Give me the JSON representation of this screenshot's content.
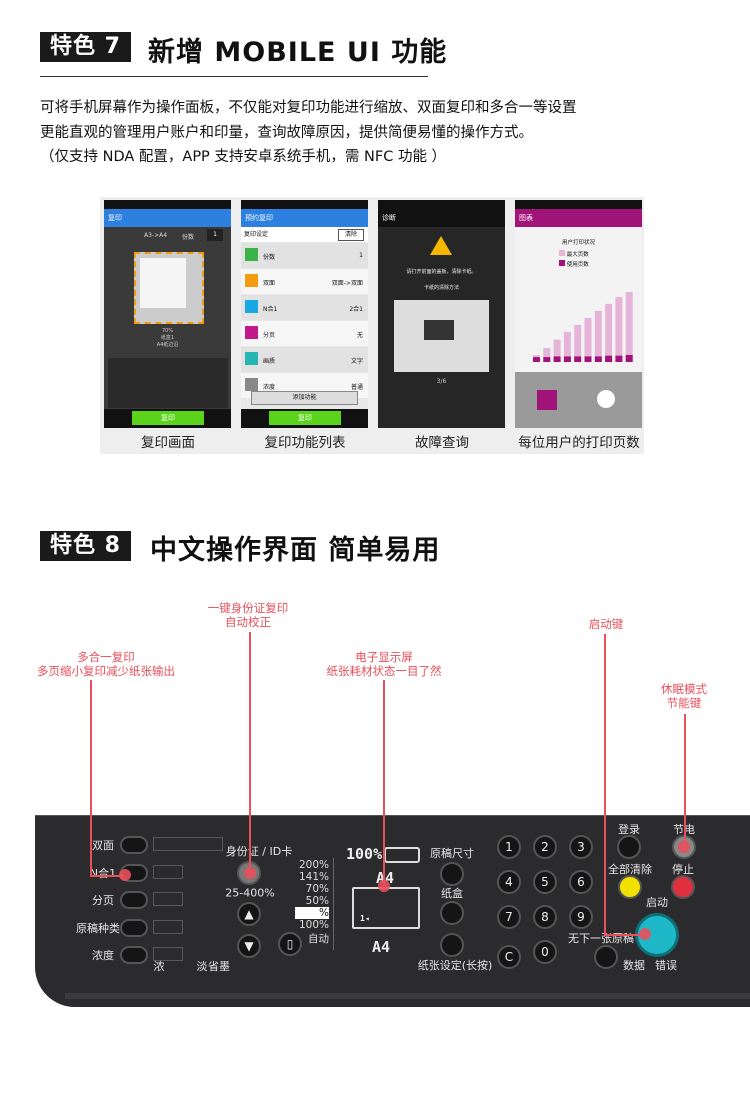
{
  "feature7": {
    "badge": "特色 7",
    "title": "新增 MOBILE UI 功能",
    "lines": [
      "可将手机屏幕作为操作面板，不仅能对复印功能进行缩放、双面复印和多合一等设置",
      "更能直观的管理用户账户和印量，查询故障原因，提供简便易懂的操作方式。",
      "（仅支持 NDA 配置，APP 支持安卓系统手机，需 NFC 功能 ）"
    ],
    "phones": [
      {
        "caption": "复印画面",
        "header": "复印",
        "top": "A3->A4",
        "copies_label": "份数",
        "copies": "1",
        "info": [
          "70%",
          "纸盒1",
          "A4纸边沿"
        ],
        "button": "复印"
      },
      {
        "caption": "复印功能列表",
        "header": "预约复印",
        "section": "复印设定",
        "clear": "清除",
        "rows": [
          {
            "k": "份数",
            "v": "1"
          },
          {
            "k": "双面",
            "v": "双面->双面"
          },
          {
            "k": "N合1",
            "v": "2合1"
          },
          {
            "k": "分页",
            "v": "无"
          },
          {
            "k": "画质",
            "v": "文字"
          },
          {
            "k": "浓度",
            "v": "普通"
          }
        ],
        "add": "添加功能",
        "button": "复印"
      },
      {
        "caption": "故障查询",
        "header": "诊断",
        "message": "请打开前面的盖板，清除卡纸。",
        "sub": "卡纸的清除方法",
        "page": "3/6"
      },
      {
        "caption": "每位用户的打印页数",
        "header": "图表",
        "chart_title": "用户打印状况",
        "legend": [
          "最大页数",
          "使用页数"
        ],
        "max_pages": [
          1000,
          2000,
          3200,
          4300,
          5300,
          6300,
          7300,
          8300,
          9300,
          10000
        ],
        "used_pages": [
          700,
          700,
          800,
          800,
          800,
          800,
          800,
          900,
          900,
          1000
        ]
      }
    ]
  },
  "feature8": {
    "badge": "特色 8",
    "title": "中文操作界面 简单易用"
  },
  "annotations": {
    "id_copy": [
      "一键身份证复印",
      "自动校正"
    ],
    "nup": [
      "多合一复印",
      "多页缩小复印减少纸张输出"
    ],
    "display": [
      "电子显示屏",
      "纸张耗材状态一目了然"
    ],
    "start": "启动键",
    "sleep": [
      "休眠模式",
      "节能键"
    ]
  },
  "panel": {
    "left_buttons": [
      "双面",
      "N合1",
      "分页",
      "原稿种类",
      "浓度"
    ],
    "density": [
      "浓",
      "淡",
      "省墨"
    ],
    "id_card": "身份证 / ID卡",
    "zoom_range": "25-400%",
    "zoom_presets": [
      "200%",
      "141%",
      "70%",
      "50%",
      "%",
      "100%",
      "自动"
    ],
    "lcd_zoom": "100%",
    "lcd_top": "A4",
    "lcd_bottom": "A4",
    "lcd_tray": "1◂",
    "orig_size": "原稿尺寸",
    "tray": "纸盒",
    "paper_setting": "纸张设定(长按)",
    "keys": [
      "1",
      "2",
      "3",
      "4",
      "5",
      "6",
      "7",
      "8",
      "9",
      "C",
      "0"
    ],
    "login": "登录",
    "power_save": "节电",
    "clear_all": "全部清除",
    "stop": "停止",
    "start": "启动",
    "no_next": "无下一张原稿",
    "data": "数据",
    "error": "错误"
  }
}
